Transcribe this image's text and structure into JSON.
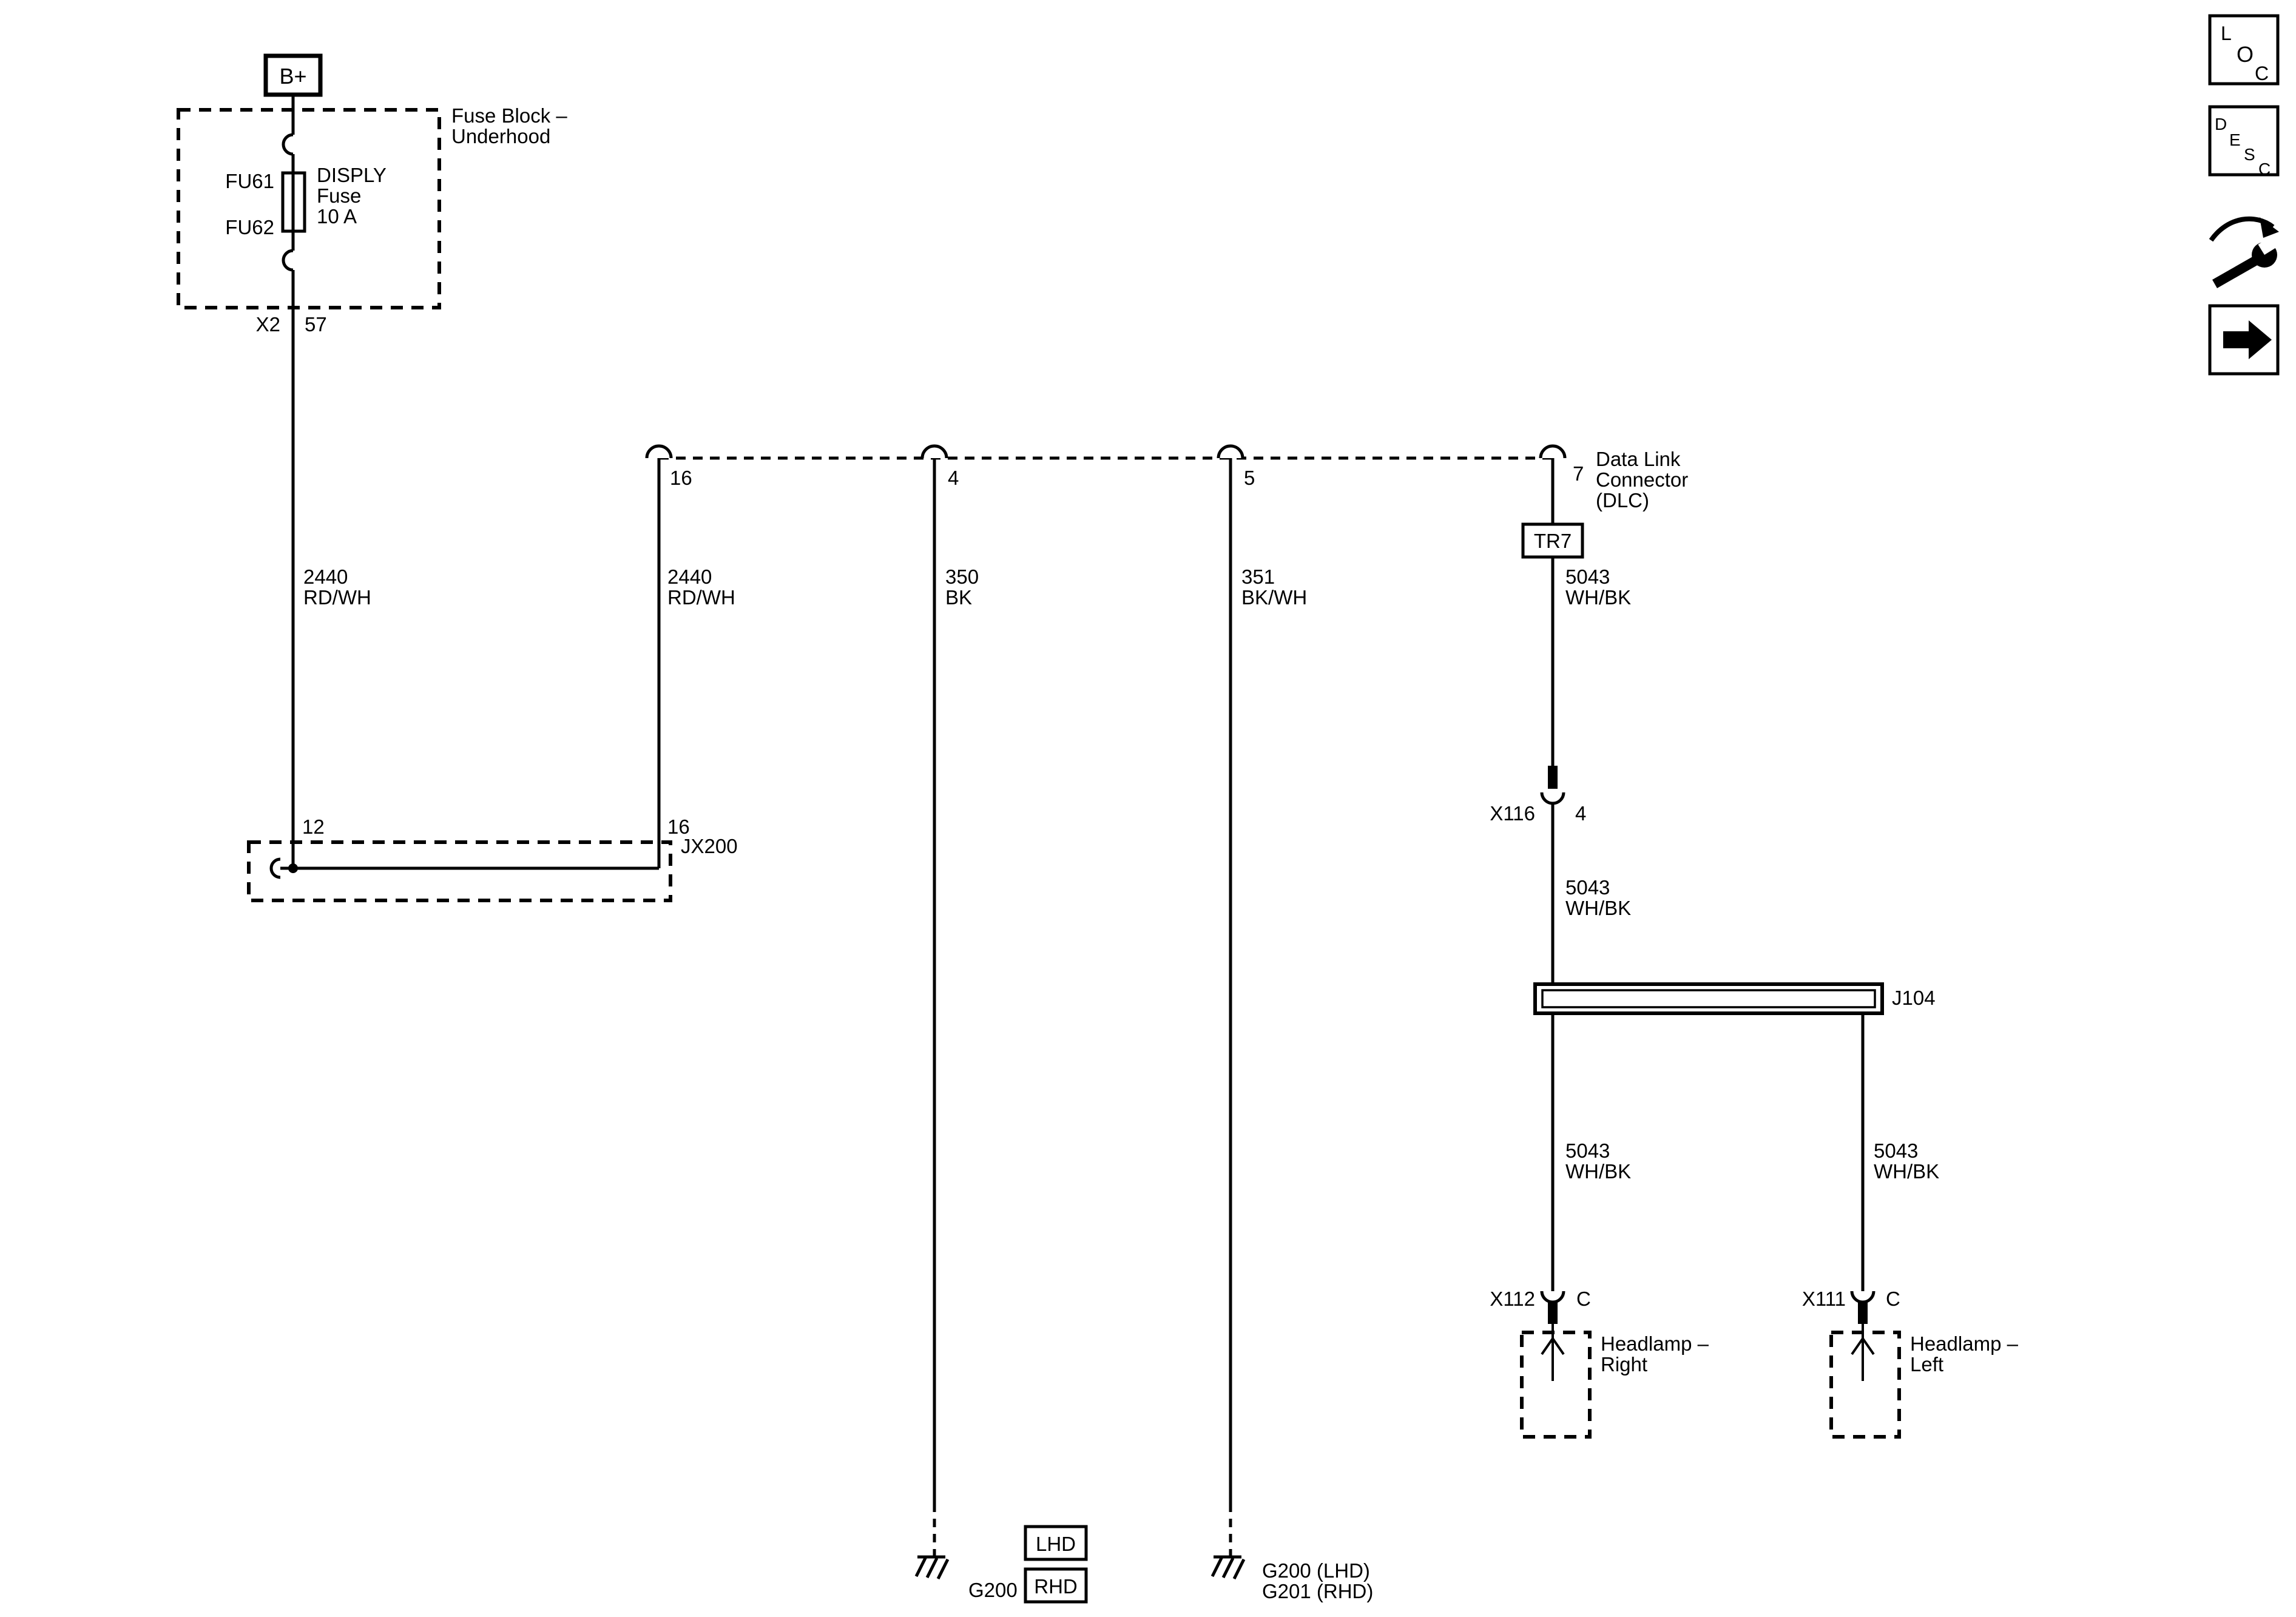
{
  "nav": {
    "loc": {
      "l1": "L",
      "l2": "O",
      "l3": "C"
    },
    "desc": {
      "d": "D",
      "e": "E",
      "s": "S",
      "c": "C"
    }
  },
  "power": {
    "b_plus": "B+",
    "fuse_block_line1": "Fuse Block –",
    "fuse_block_line2": "Underhood",
    "fuse_pin_top": "FU61",
    "fuse_pin_bottom": "FU62",
    "fuse_name": "DISPLY",
    "fuse_name2": "Fuse",
    "fuse_rating": "10 A",
    "connector": "X2",
    "pin": "57"
  },
  "jx200": {
    "label": "JX200",
    "pin_left": "12",
    "pin_right": "16"
  },
  "dlc": {
    "pin16": "16",
    "pin4": "4",
    "pin5": "5",
    "pin7": "7",
    "name1": "Data Link",
    "name2": "Connector",
    "name3": "(DLC)",
    "tr7": "TR7"
  },
  "wires": {
    "feed_a": {
      "circuit": "2440",
      "color": "RD/WH"
    },
    "feed_b": {
      "circuit": "2440",
      "color": "RD/WH"
    },
    "gnd_350": {
      "circuit": "350",
      "color": "BK"
    },
    "gnd_351": {
      "circuit": "351",
      "color": "BK/WH"
    },
    "serial_a": {
      "circuit": "5043",
      "color": "WH/BK"
    },
    "serial_b": {
      "circuit": "5043",
      "color": "WH/BK"
    },
    "serial_right": {
      "circuit": "5043",
      "color": "WH/BK"
    },
    "serial_left": {
      "circuit": "5043",
      "color": "WH/BK"
    }
  },
  "connectors": {
    "x116": {
      "name": "X116",
      "pin": "4"
    },
    "x112": {
      "name": "X112",
      "pin": "C"
    },
    "x111": {
      "name": "X111",
      "pin": "C"
    }
  },
  "splice": {
    "j104": "J104"
  },
  "components": {
    "headlamp_right1": "Headlamp –",
    "headlamp_right2": "Right",
    "headlamp_left1": "Headlamp –",
    "headlamp_left2": "Left"
  },
  "grounds": {
    "g200": "G200",
    "lhd": "LHD",
    "rhd": "RHD",
    "g200_lhd": "G200 (LHD)",
    "g201_rhd": "G201 (RHD)"
  }
}
